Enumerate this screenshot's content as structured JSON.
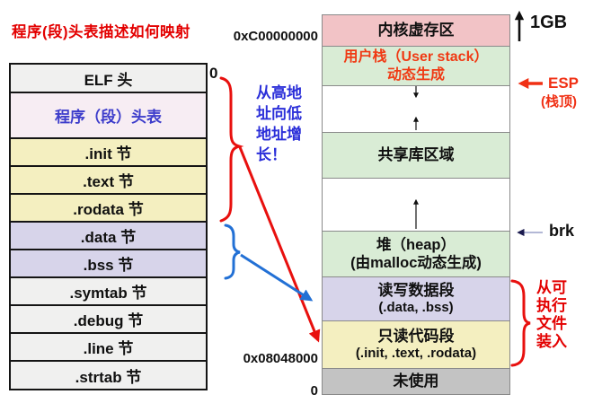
{
  "title": "程序(段)头表描述如何映射",
  "elf_table": {
    "offset_label": "0",
    "rows": [
      {
        "label": "ELF 头"
      },
      {
        "label": "程序（段）头表"
      },
      {
        "label": ".init 节"
      },
      {
        "label": ".text 节"
      },
      {
        "label": ".rodata 节"
      },
      {
        "label": ".data 节"
      },
      {
        "label": ".bss 节"
      },
      {
        "label": ".symtab 节"
      },
      {
        "label": ".debug 节"
      },
      {
        "label": ".line 节"
      },
      {
        "label": ".strtab 节"
      }
    ]
  },
  "memory_map": {
    "address_top": "0xC00000000",
    "address_code_base": "0x08048000",
    "address_zero": "0",
    "blocks": {
      "kernel": {
        "label": "内核虚存区"
      },
      "user_stack": {
        "line1": "用户栈（User stack）",
        "line2": "动态生成"
      },
      "shared_lib": {
        "label": "共享库区域"
      },
      "heap": {
        "line1": "堆（heap）",
        "line2": "(由malloc动态生成)"
      },
      "rw_data": {
        "line1": "读写数据段",
        "line2": "(.data, .bss)"
      },
      "ro_code": {
        "line1": "只读代码段",
        "line2": "(.init, .text, .rodata)"
      },
      "unused": {
        "label": "未使用"
      }
    }
  },
  "annotations": {
    "size_label": "1GB",
    "esp_label": "ESP",
    "esp_sub": "(栈顶)",
    "brk_label": "brk",
    "growth_note_lines": [
      "从高地",
      "址向低",
      "地址增",
      "长！"
    ],
    "load_note_lines": [
      "从可",
      "执行",
      "文件",
      "装入"
    ]
  },
  "colors": {
    "title_red": "#e30000",
    "stack_text_red": "#f03a14",
    "note_blue": "#2b2fd9",
    "brace_blue": "#2270d5",
    "arrow_red": "#e8100e",
    "block_pink": "#f2c3c6",
    "block_green": "#d9ecd5",
    "block_lavender": "#d7d4ea",
    "block_yellow": "#f4efc0",
    "block_gray": "#c3c3c3",
    "pht_text_blue": "#3d3dcb"
  }
}
